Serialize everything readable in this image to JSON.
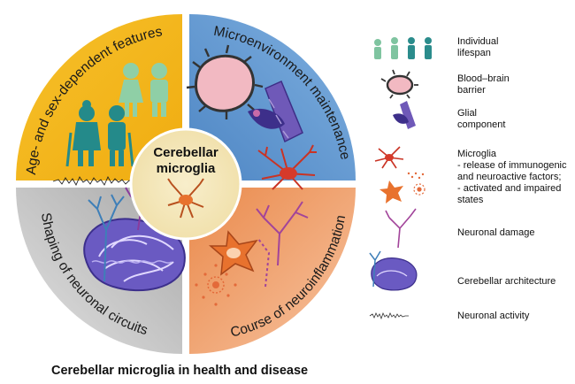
{
  "diagram": {
    "center_title_line1": "Cerebellar",
    "center_title_line2": "microglia",
    "quadrants": {
      "top_left": {
        "label": "Age- and sex-dependent features",
        "color": "#f4b919"
      },
      "top_right": {
        "label": "Microenvironment maintenance",
        "color": "#5b94cf"
      },
      "bottom_left": {
        "label": "Shaping of neuronal circuits",
        "color": "#b8b8b8"
      },
      "bottom_right": {
        "label": "Course of neuroinflammation",
        "color": "#ee9a5e"
      }
    },
    "caption": "Cerebellar microglia in health and disease"
  },
  "legend": [
    {
      "icon": "people-lifespan-icon",
      "label": "Individual\nlifespan"
    },
    {
      "icon": "blood-brain-barrier-icon",
      "label": "Blood–brain\nbarrier"
    },
    {
      "icon": "glial-component-icon",
      "label": "Glial\ncomponent"
    },
    {
      "icon": "microglia-states-icon",
      "label": "Microglia\n- release of immunogenic\nand neuroactive factors;\n- activated and impaired\nstates"
    },
    {
      "icon": "neuronal-damage-icon",
      "label": "Neuronal damage"
    },
    {
      "icon": "cerebellar-architecture-icon",
      "label": "Cerebellar architecture"
    },
    {
      "icon": "neuronal-activity-icon",
      "label": "Neuronal activity"
    }
  ],
  "colors": {
    "microglia_orange": "#e8722e",
    "microglia_red": "#d63a2a",
    "neuron_purple": "#8a3b9c",
    "cerebellum_blue": "#5a4fb3",
    "person_teal": "#2b8c8c",
    "person_green": "#7fc4a0"
  }
}
